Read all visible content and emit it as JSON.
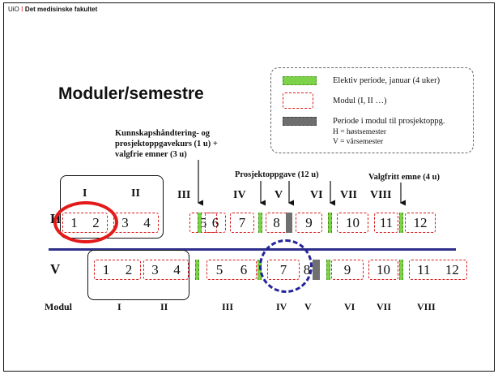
{
  "header": {
    "institution": "UiO",
    "separator": "⁞",
    "faculty": "Det medisinske fakultet"
  },
  "title": "Moduler/semestre",
  "legend": {
    "elective": "Elektiv periode, januar (4 uker)",
    "module": "Modul (I, II …)",
    "project_period": "Periode i modul til prosjektoppg.",
    "h_note": "H = høstsemester",
    "v_note": "V = vårsemester"
  },
  "annotations": {
    "kurs": [
      "Kunnskapshåndtering- og",
      "prosjektoppgavekurs (1 u) +",
      "valgfrie emner (3 u)"
    ],
    "prosjekt": "Prosjektoppgave (12 u)",
    "valgfritt": "Valgfritt emne (4 u)"
  },
  "top_modules": [
    "I",
    "II",
    "III",
    "IV",
    "V",
    "VI",
    "VII",
    "VIII"
  ],
  "rows": {
    "h_label": "H",
    "v_label": "V",
    "modul_label": "Modul"
  },
  "h_semesters": [
    "1",
    "2",
    "3",
    "4",
    "5",
    "6",
    "7",
    "8",
    "9",
    "10",
    "11",
    "12"
  ],
  "v_semesters": [
    "1",
    "2",
    "3",
    "4",
    "5",
    "6",
    "7",
    "8",
    "9",
    "10",
    "11",
    "12"
  ],
  "bottom_modules": [
    "I",
    "II",
    "III",
    "IV",
    "V",
    "VI",
    "VII",
    "VIII"
  ],
  "colors": {
    "elective_green": "#7ed24a",
    "module_red": "#d81b1b",
    "project_gray": "#707070",
    "divider_blue": "#2e2f8a",
    "highlight_red": "#e31a1a",
    "highlight_blue": "#24249a"
  }
}
